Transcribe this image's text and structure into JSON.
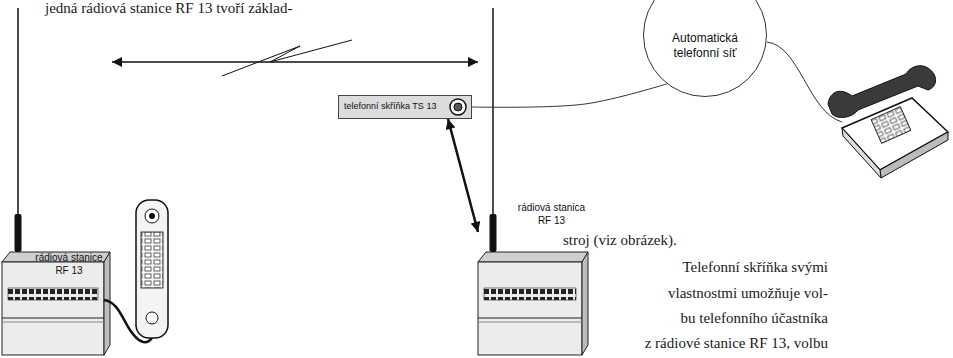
{
  "diagram": {
    "nodes": [
      {
        "text": [
          "Automatická telefonní síť"
        ]
      },
      {
        "text": [
          "telefonní skříňka TS 13"
        ]
      },
      {
        "text": [
          "rádiová stanice RF 13"
        ]
      },
      {
        "text": [
          "rádiová stanica RF 13"
        ]
      }
    ],
    "edges": [
      {
        "from": 2,
        "to": 3,
        "arrow": "both"
      },
      {
        "from": 1,
        "to": 3,
        "arrow": "both"
      },
      {
        "from": 1,
        "to": 0,
        "arrow": "none"
      }
    ],
    "labels": [
      "jedná rádiová stanice RF 13 tvoří základ-",
      "stroj (viz obrázek).",
      "Telefonní skříňka svými",
      "vlastnostmi umožňuje vol-",
      "bu telefonního účastníka",
      "z rádiové stanice RF 13, volbu"
    ]
  }
}
